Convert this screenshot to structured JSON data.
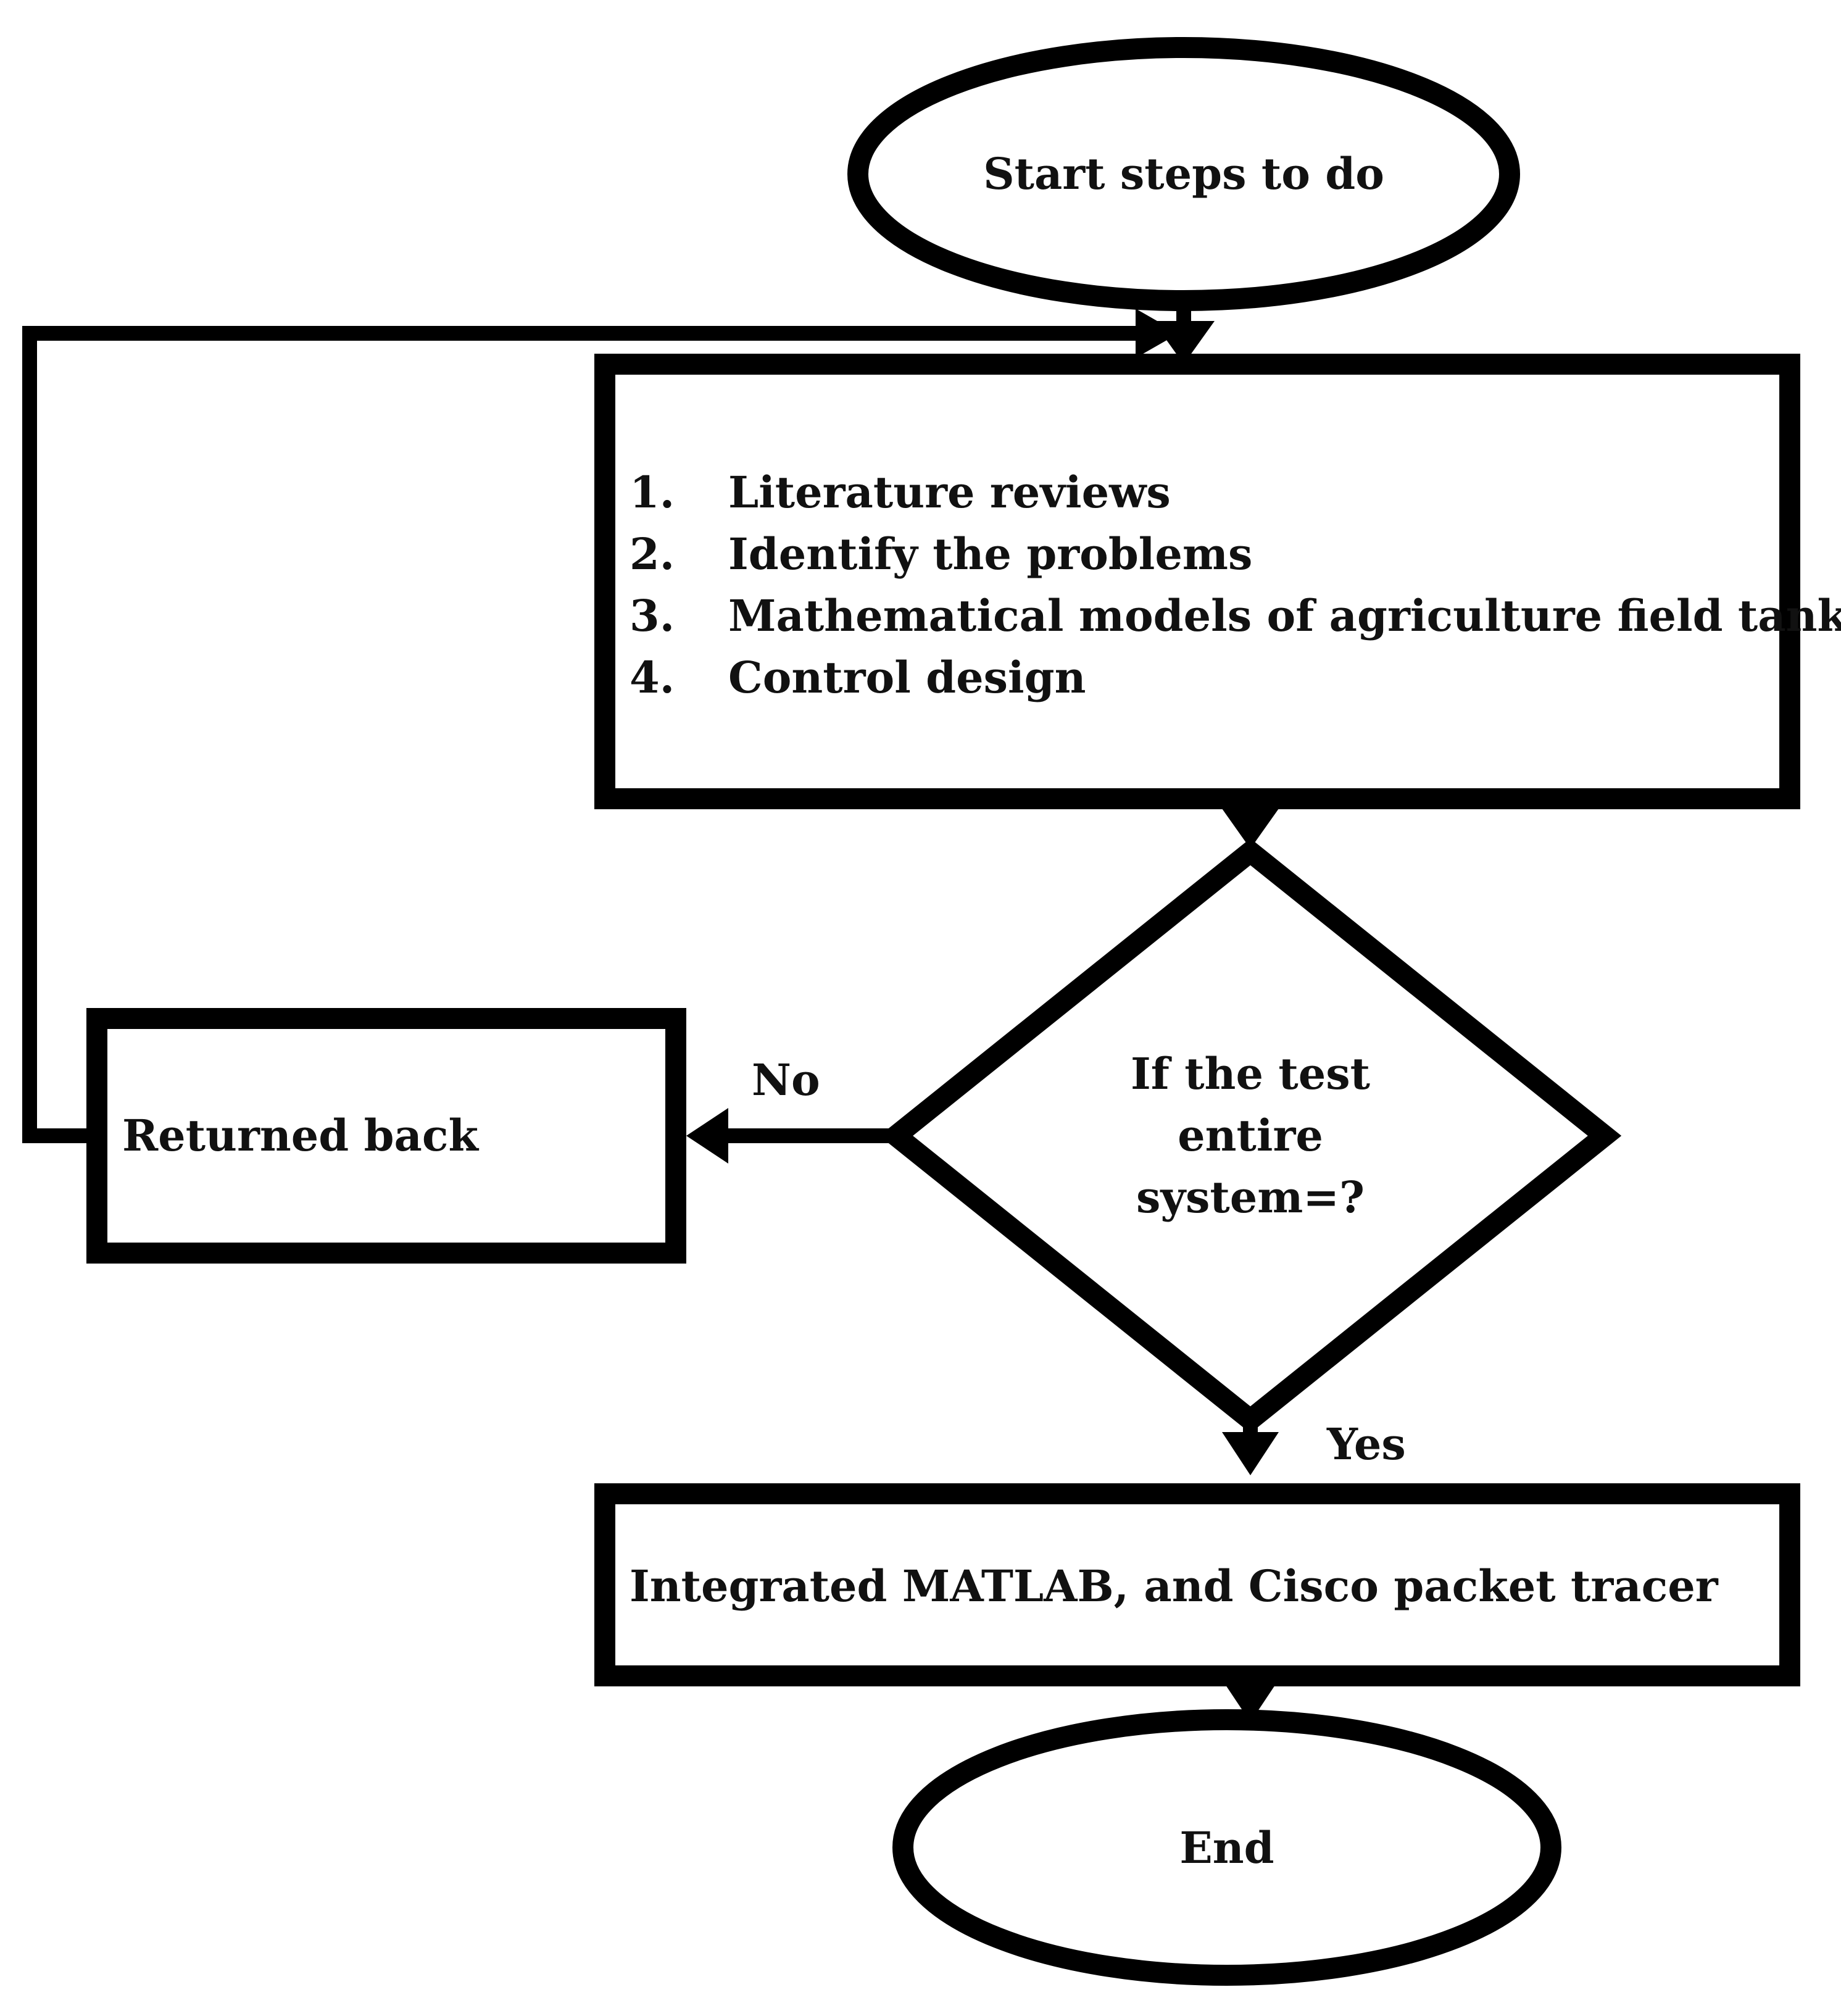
{
  "flowchart": {
    "start": {
      "label": "Start steps to do"
    },
    "steps": [
      {
        "number": "1.",
        "label": "Literature reviews"
      },
      {
        "number": "2.",
        "label": "Identify the problems"
      },
      {
        "number": "3.",
        "label": "Mathematical models of agriculture field tank"
      },
      {
        "number": "4.",
        "label": "Control design"
      }
    ],
    "decision": {
      "line1": "If the test",
      "line2": "entire",
      "line3": "system=?"
    },
    "no_branch": {
      "edge_label": "No",
      "box_label": "Returned back"
    },
    "yes_branch": {
      "edge_label": "Yes",
      "box_label": "Integrated MATLAB, and Cisco packet tracer"
    },
    "end": {
      "label": "End"
    }
  }
}
